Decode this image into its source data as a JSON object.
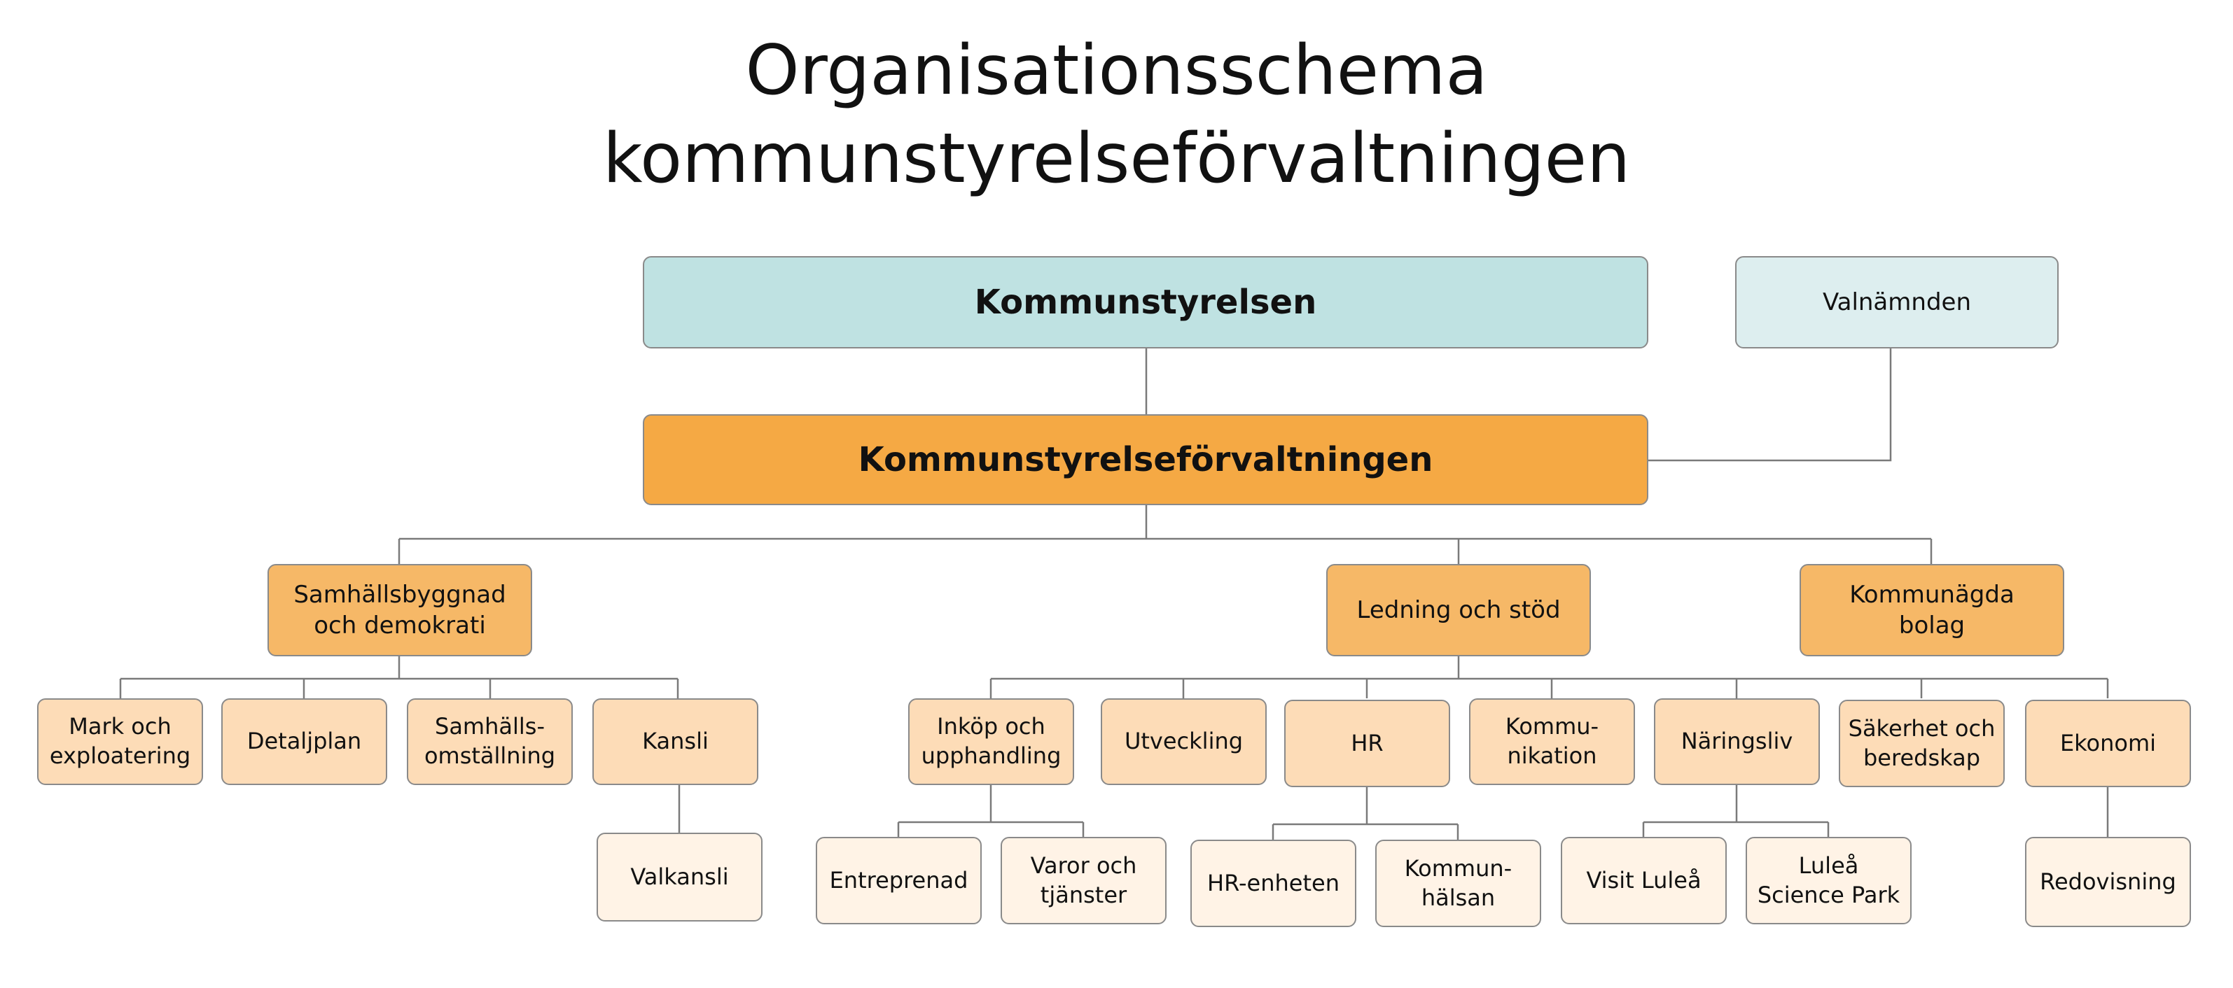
{
  "title": {
    "line1": "Organisationsschema",
    "line2": "kommunstyrelseförvaltningen"
  },
  "nodes": {
    "kommunstyrelsen": "Kommunstyrelsen",
    "valnamnden": "Valnämnden",
    "forvaltningen": "Kommunstyrelseförvaltningen",
    "samhallsbyggnad": "Samhällsbyggnad\noch demokrati",
    "ledning": "Ledning och stöd",
    "bolag": "Kommunägda\nbolag",
    "mark": "Mark och\nexploatering",
    "detaljplan": "Detaljplan",
    "omstallning": "Samhälls-\nomställning",
    "kansli": "Kansli",
    "valkansli": "Valkansli",
    "inkop": "Inköp och\nupphandling",
    "utveckling": "Utveckling",
    "hr": "HR",
    "kommunikation": "Kommu-\nnikation",
    "naringsliv": "Näringsliv",
    "sakerhet": "Säkerhet och\nberedskap",
    "ekonomi": "Ekonomi",
    "entreprenad": "Entreprenad",
    "varor": "Varor och\ntjänster",
    "hrenheten": "HR-enheten",
    "kommunhalsan": "Kommun-\nhälsan",
    "visitlulea": "Visit Luleå",
    "sciencepark": "Luleå\nScience Park",
    "redovisning": "Redovisning"
  }
}
